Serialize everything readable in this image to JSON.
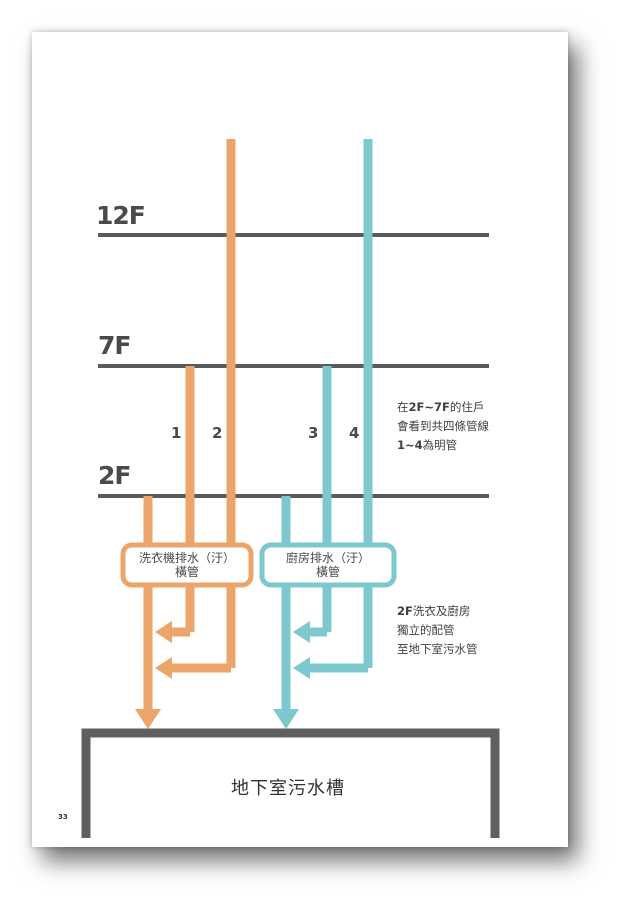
{
  "floors": {
    "f12": "12F",
    "f7": "7F",
    "f2": "2F"
  },
  "pipes": {
    "p1": "1",
    "p2": "2",
    "p3": "3",
    "p4": "4"
  },
  "note_top": {
    "line1_pre": "在",
    "line1_bold": "2F~7F",
    "line1_post": "的住戶",
    "line2": "會看到共四條管線",
    "line3_bold": "1~4",
    "line3_post": "為明管"
  },
  "note_bottom": {
    "line1_bold": "2F",
    "line1_post": "洗衣及廚房",
    "line2": "獨立的配管",
    "line3": "至地下室污水管"
  },
  "box_laundry": {
    "line1": "洗衣機排水（汙）",
    "line2": "橫管"
  },
  "box_kitchen": {
    "line1": "廚房排水（汙）",
    "line2": "橫管"
  },
  "tank_label": "地下室污水槽",
  "page_number": "33",
  "colors": {
    "laundry": "#EBA46A",
    "kitchen": "#7DC8CE",
    "floor": "#5a5a5a",
    "tank": "#5f5f5f"
  }
}
